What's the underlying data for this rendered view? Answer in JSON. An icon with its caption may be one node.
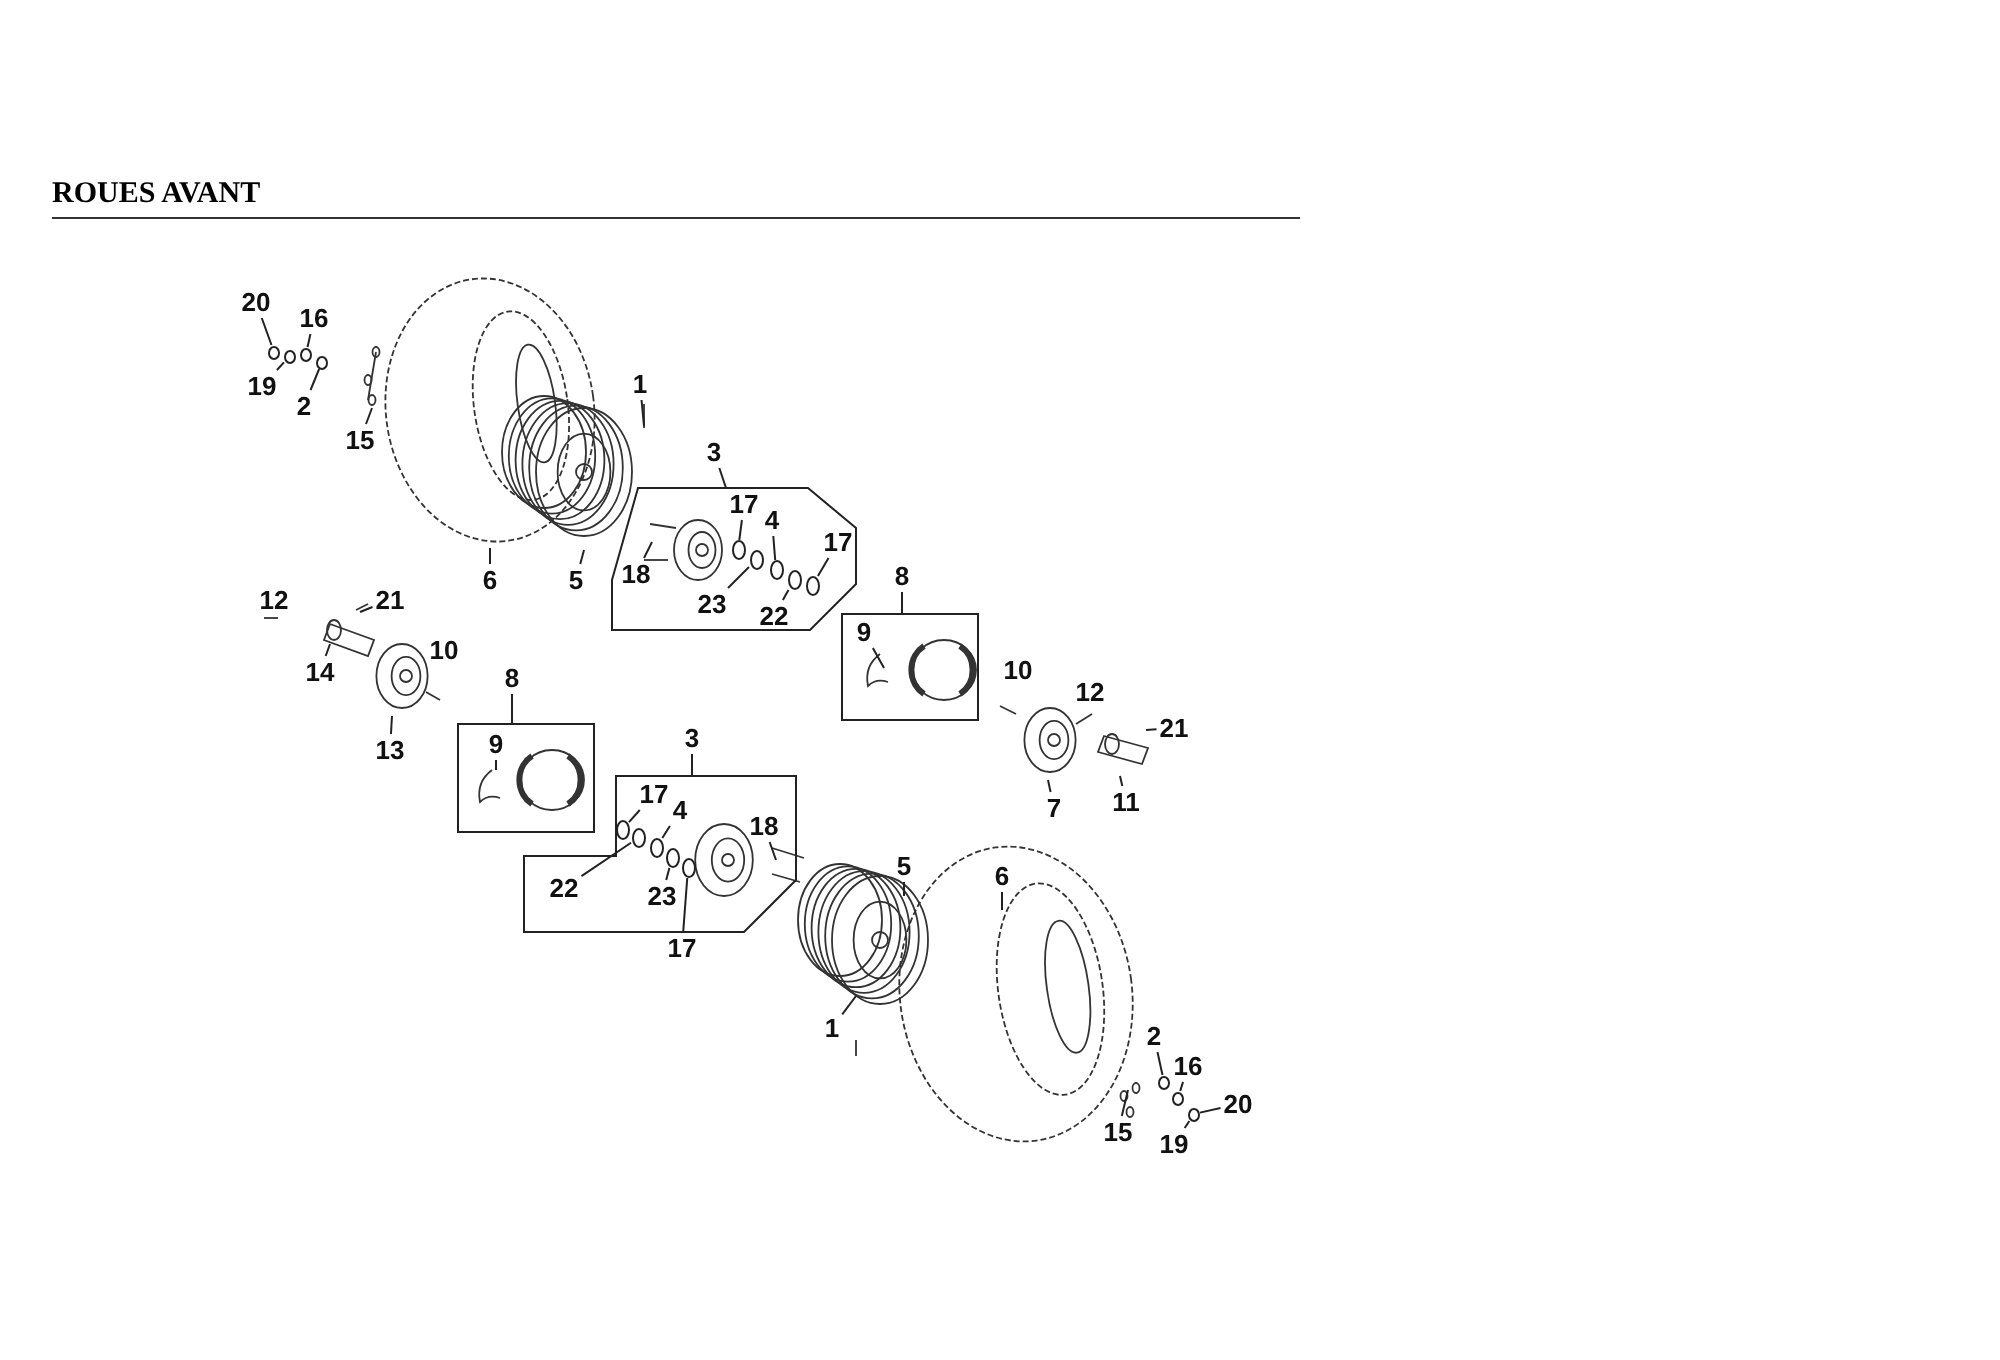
{
  "diagram": {
    "title": "ROUES AVANT",
    "nodes": [
      {
        "text": [
          "20"
        ]
      },
      {
        "text": [
          "16"
        ]
      },
      {
        "text": [
          "19"
        ]
      },
      {
        "text": [
          "2"
        ]
      },
      {
        "text": [
          "15"
        ]
      },
      {
        "text": [
          "1"
        ]
      },
      {
        "text": [
          "3"
        ]
      },
      {
        "text": [],
        "shape": "box"
      },
      {
        "text": [
          "17"
        ],
        "in": 7
      },
      {
        "text": [
          "4"
        ],
        "in": 7
      },
      {
        "text": [
          "17"
        ],
        "in": 7
      },
      {
        "text": [
          "18"
        ],
        "in": 7
      },
      {
        "text": [
          "23"
        ],
        "in": 7
      },
      {
        "text": [
          "22"
        ],
        "in": 7
      },
      {
        "text": [
          "6"
        ]
      },
      {
        "text": [
          "5"
        ]
      },
      {
        "text": [
          "12"
        ]
      },
      {
        "text": [
          "21"
        ]
      },
      {
        "text": [
          "14"
        ]
      },
      {
        "text": [
          "10"
        ]
      },
      {
        "text": [
          "13"
        ]
      },
      {
        "text": [
          "8"
        ]
      },
      {
        "text": [],
        "shape": "box"
      },
      {
        "text": [
          "9"
        ],
        "in": 22
      },
      {
        "text": [
          "8"
        ]
      },
      {
        "text": [],
        "shape": "box"
      },
      {
        "text": [
          "9"
        ],
        "in": 25
      },
      {
        "text": [
          "10"
        ]
      },
      {
        "text": [
          "12"
        ]
      },
      {
        "text": [
          "21"
        ]
      },
      {
        "text": [
          "7"
        ]
      },
      {
        "text": [
          "11"
        ]
      },
      {
        "text": [
          "3"
        ]
      },
      {
        "text": [],
        "shape": "box"
      },
      {
        "text": [
          "17"
        ],
        "in": 33
      },
      {
        "text": [
          "4"
        ],
        "in": 33
      },
      {
        "text": [
          "18"
        ],
        "in": 33
      },
      {
        "text": [
          "22"
        ],
        "in": 33
      },
      {
        "text": [
          "23"
        ],
        "in": 33
      },
      {
        "text": [
          "17"
        ]
      },
      {
        "text": [
          "5"
        ]
      },
      {
        "text": [
          "6"
        ]
      },
      {
        "text": [
          "1"
        ]
      },
      {
        "text": [
          "2"
        ]
      },
      {
        "text": [
          "16"
        ]
      },
      {
        "text": [
          "20"
        ]
      },
      {
        "text": [
          "15"
        ]
      },
      {
        "text": [
          "19"
        ]
      },
      {
        "text": [],
        "shape": "circle"
      },
      {
        "text": [],
        "shape": "circle"
      },
      {
        "text": [],
        "shape": "circle"
      },
      {
        "text": [],
        "shape": "circle"
      },
      {
        "text": [],
        "shape": "circle",
        "in": 7
      },
      {
        "text": [],
        "shape": "circle",
        "in": 7
      },
      {
        "text": [],
        "shape": "circle",
        "in": 7
      },
      {
        "text": [],
        "shape": "circle",
        "in": 7
      },
      {
        "text": [],
        "shape": "circle",
        "in": 7
      },
      {
        "text": [],
        "shape": "circle",
        "in": 33
      },
      {
        "text": [],
        "shape": "circle",
        "in": 33
      },
      {
        "text": [],
        "shape": "circle",
        "in": 33
      },
      {
        "text": [],
        "shape": "circle",
        "in": 33
      },
      {
        "text": [],
        "shape": "circle",
        "in": 33
      },
      {
        "text": [],
        "shape": "circle"
      },
      {
        "text": [],
        "shape": "circle"
      },
      {
        "text": [],
        "shape": "circle"
      }
    ],
    "edges": [
      {
        "from": 0,
        "to": 48,
        "arrow": "none"
      },
      {
        "from": 1,
        "to": 50,
        "arrow": "none"
      },
      {
        "from": 2,
        "to": 49,
        "arrow": "none"
      },
      {
        "from": 3,
        "to": 51,
        "arrow": "none"
      },
      {
        "from": 4,
        "to": null,
        "arrow": "none"
      },
      {
        "from": 5,
        "to": null,
        "arrow": "none"
      },
      {
        "from": 6,
        "to": 7,
        "arrow": "none"
      },
      {
        "from": 8,
        "to": 52,
        "arrow": "none"
      },
      {
        "from": 9,
        "to": 54,
        "arrow": "none"
      },
      {
        "from": 10,
        "to": 56,
        "arrow": "none"
      },
      {
        "from": 11,
        "to": null,
        "arrow": "none"
      },
      {
        "from": 12,
        "to": 53,
        "arrow": "none"
      },
      {
        "from": 13,
        "to": 55,
        "arrow": "none"
      },
      {
        "from": 14,
        "to": null,
        "arrow": "none"
      },
      {
        "from": 15,
        "to": null,
        "arrow": "none"
      },
      {
        "from": 17,
        "to": null,
        "arrow": "none"
      },
      {
        "from": 18,
        "to": null,
        "arrow": "none"
      },
      {
        "from": 20,
        "to": null,
        "arrow": "none"
      },
      {
        "from": 21,
        "to": 22,
        "arrow": "none"
      },
      {
        "from": 23,
        "to": null,
        "arrow": "none"
      },
      {
        "from": 24,
        "to": 25,
        "arrow": "none"
      },
      {
        "from": 26,
        "to": null,
        "arrow": "none"
      },
      {
        "from": 29,
        "to": null,
        "arrow": "none"
      },
      {
        "from": 30,
        "to": null,
        "arrow": "none"
      },
      {
        "from": 31,
        "to": null,
        "arrow": "none"
      },
      {
        "from": 32,
        "to": 33,
        "arrow": "none"
      },
      {
        "from": 34,
        "to": 57,
        "arrow": "none"
      },
      {
        "from": 35,
        "to": 59,
        "arrow": "none"
      },
      {
        "from": 36,
        "to": null,
        "arrow": "none"
      },
      {
        "from": 37,
        "to": 58,
        "arrow": "none"
      },
      {
        "from": 38,
        "to": 60,
        "arrow": "none"
      },
      {
        "from": 39,
        "to": 61,
        "arrow": "none"
      },
      {
        "from": 40,
        "to": null,
        "arrow": "none"
      },
      {
        "from": 41,
        "to": null,
        "arrow": "none"
      },
      {
        "from": 42,
        "to": null,
        "arrow": "none"
      },
      {
        "from": 43,
        "to": 62,
        "arrow": "none"
      },
      {
        "from": 44,
        "to": 63,
        "arrow": "none"
      },
      {
        "from": 45,
        "to": 64,
        "arrow": "none"
      },
      {
        "from": 46,
        "to": null,
        "arrow": "none"
      },
      {
        "from": 47,
        "to": 64,
        "arrow": "none"
      }
    ]
  }
}
